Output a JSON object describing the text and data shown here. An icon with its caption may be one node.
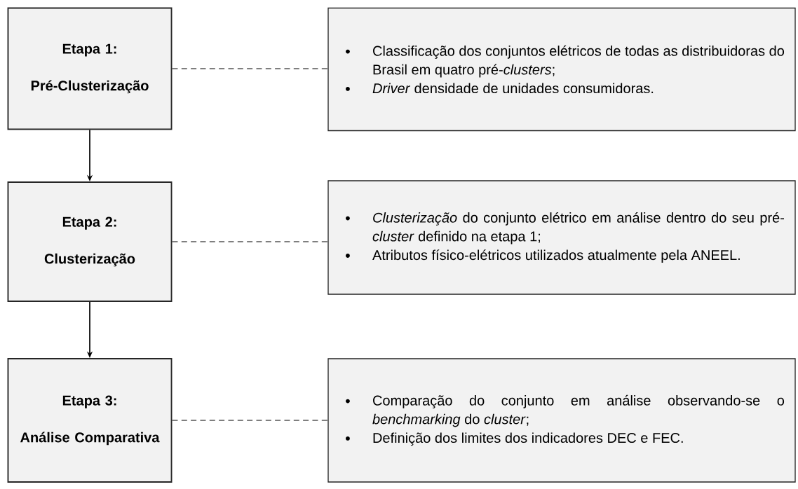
{
  "diagram": {
    "nodes": [
      {
        "text": [
          "Etapa 1:",
          "Pré-Clusterização"
        ]
      },
      {
        "text": [
          "Classificação dos conjuntos elétricos de todas as distribuidoras do Brasil em quatro pré-*clusters*;",
          "*Driver* densidade de unidades consumidoras."
        ]
      },
      {
        "text": [
          "Etapa 2:",
          "Clusterização"
        ]
      },
      {
        "text": [
          "*Clusterização* do conjunto elétrico em análise dentro do seu pré-*cluster* definido na etapa 1;",
          "Atributos físico-elétricos utilizados atualmente pela ANEEL."
        ]
      },
      {
        "text": [
          "Etapa 3:",
          "Análise Comparativa"
        ]
      },
      {
        "text": [
          "Comparação do conjunto em análise observando-se o *benchmarking* do *cluster*;",
          "Definição dos limites dos indicadores DEC e FEC."
        ]
      }
    ],
    "edges": [
      {
        "from": 0,
        "to": 1,
        "arrow": "none",
        "style": "dashed"
      },
      {
        "from": 0,
        "to": 2,
        "arrow": "to"
      },
      {
        "from": 2,
        "to": 3,
        "arrow": "none",
        "style": "dashed"
      },
      {
        "from": 2,
        "to": 4,
        "arrow": "to"
      },
      {
        "from": 4,
        "to": 5,
        "arrow": "none",
        "style": "dashed"
      }
    ]
  }
}
